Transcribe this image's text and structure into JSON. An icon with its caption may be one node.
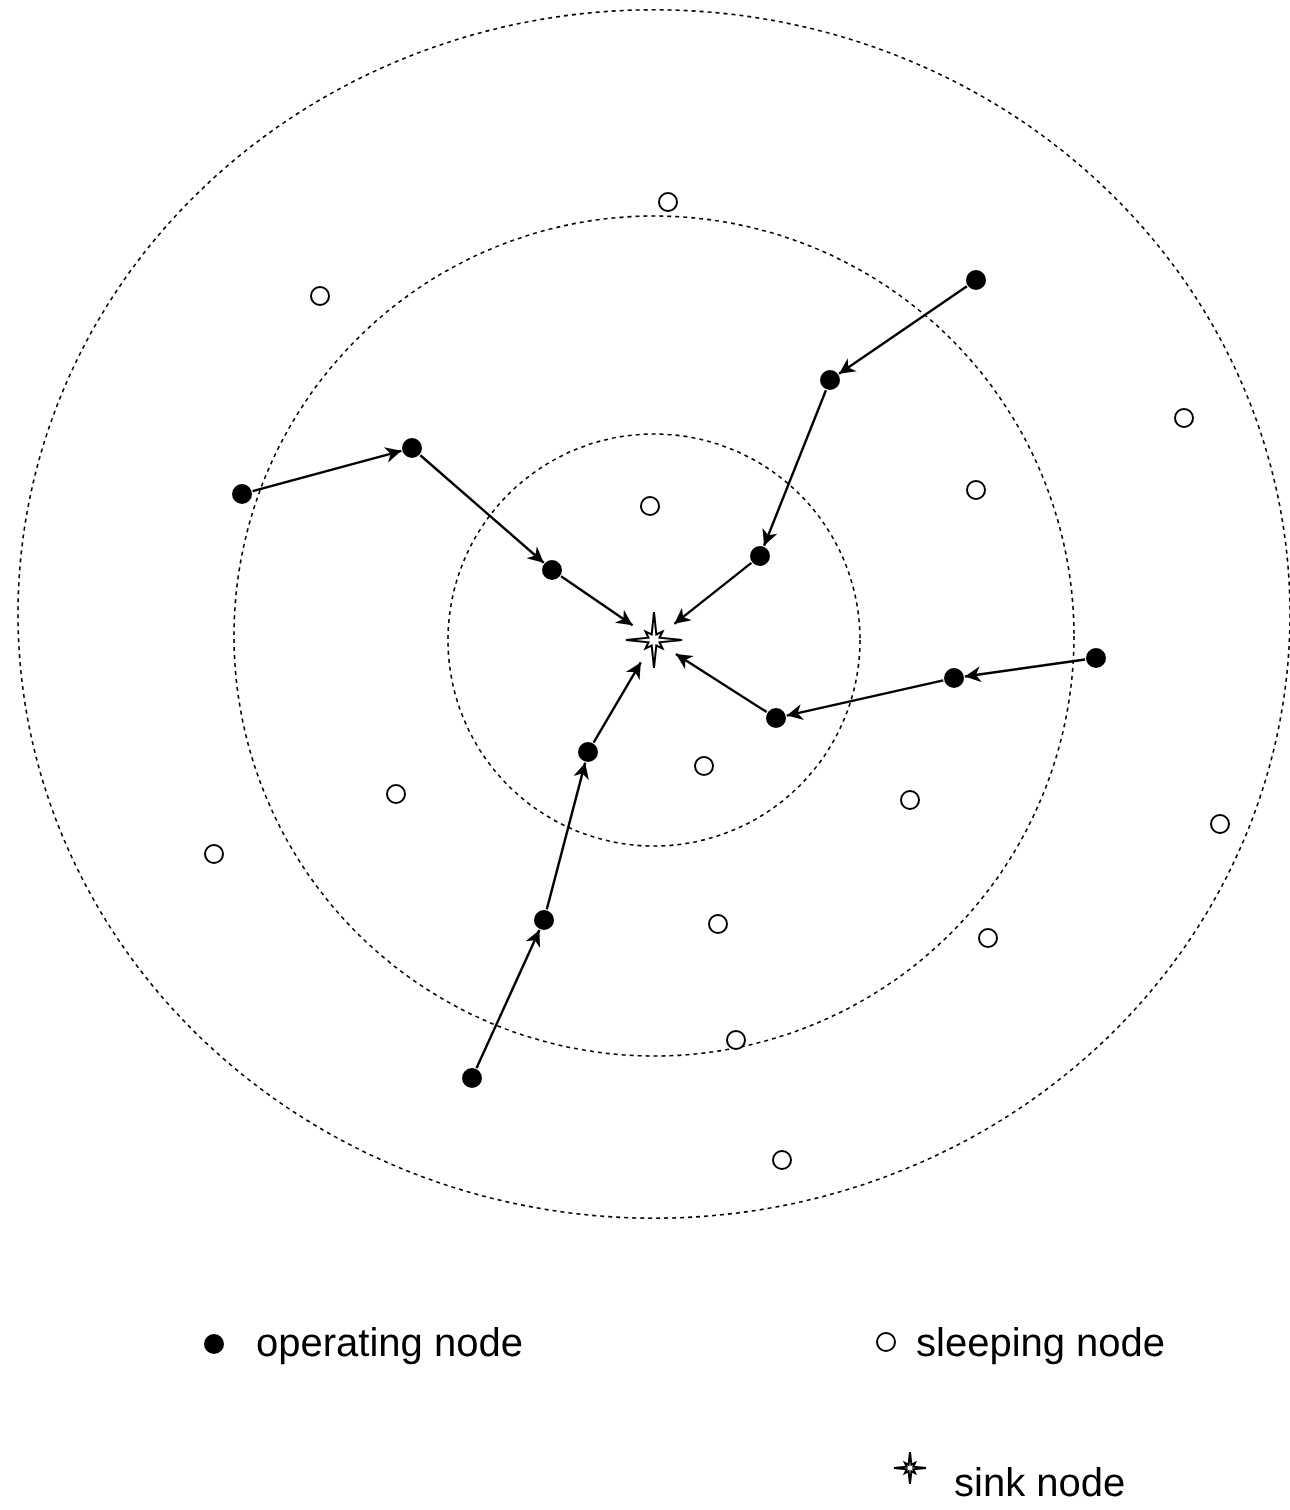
{
  "diagram": {
    "nodes": [
      {
        "text": [],
        "shape": "circle"
      },
      {
        "text": [],
        "shape": "dot"
      },
      {
        "text": [],
        "shape": "circle"
      },
      {
        "text": [],
        "shape": "dot"
      },
      {
        "text": [],
        "shape": "circle"
      },
      {
        "text": [],
        "shape": "dot"
      },
      {
        "text": [],
        "shape": "circle"
      },
      {
        "text": [],
        "shape": "dot"
      },
      {
        "text": [],
        "shape": "circle"
      },
      {
        "text": [],
        "shape": "dot"
      },
      {
        "text": [],
        "shape": "dot"
      },
      {
        "text": [],
        "shape": "star"
      },
      {
        "text": [],
        "shape": "dot"
      },
      {
        "text": [],
        "shape": "dot"
      },
      {
        "text": [],
        "shape": "dot"
      },
      {
        "text": [],
        "shape": "dot"
      },
      {
        "text": [],
        "shape": "circle"
      },
      {
        "text": [],
        "shape": "circle"
      },
      {
        "text": [],
        "shape": "circle"
      },
      {
        "text": [],
        "shape": "circle"
      },
      {
        "text": [],
        "shape": "circle"
      },
      {
        "text": [],
        "shape": "dot"
      },
      {
        "text": [],
        "shape": "circle"
      },
      {
        "text": [],
        "shape": "circle"
      },
      {
        "text": [],
        "shape": "circle"
      },
      {
        "text": [],
        "shape": "dot"
      },
      {
        "text": [],
        "shape": "circle"
      }
    ],
    "edges": [
      {
        "from": 1,
        "to": 3,
        "arrow": "to"
      },
      {
        "from": 3,
        "to": 9,
        "arrow": "to"
      },
      {
        "from": 9,
        "to": 11,
        "arrow": "to"
      },
      {
        "from": 7,
        "to": 5,
        "arrow": "to"
      },
      {
        "from": 5,
        "to": 10,
        "arrow": "to"
      },
      {
        "from": 10,
        "to": 11,
        "arrow": "to"
      },
      {
        "from": 12,
        "to": 13,
        "arrow": "to"
      },
      {
        "from": 13,
        "to": 14,
        "arrow": "to"
      },
      {
        "from": 14,
        "to": 11,
        "arrow": "to"
      },
      {
        "from": 25,
        "to": 21,
        "arrow": "to"
      },
      {
        "from": 21,
        "to": 15,
        "arrow": "to"
      },
      {
        "from": 15,
        "to": 11,
        "arrow": "to"
      }
    ],
    "legend": [
      {
        "text": "operating node"
      },
      {
        "text": "sleeping node"
      },
      {
        "text": "sink node"
      }
    ]
  }
}
